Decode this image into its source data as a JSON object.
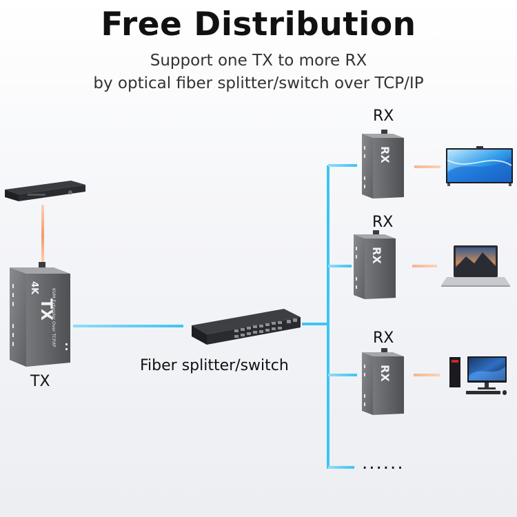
{
  "header": {
    "title": "Free Distribution",
    "subtitle_line1": "Support one TX to more RX",
    "subtitle_line2": "by optical fiber splitter/switch over TCP/IP"
  },
  "labels": {
    "tx": "TX",
    "rx_1": "RX",
    "rx_2": "RX",
    "rx_3": "RX",
    "switch": "Fiber splitter/switch",
    "more": "......"
  },
  "device_text": {
    "tx_badge": "4K",
    "tx_mark": "TX",
    "tx_desc": "KVM Extender Over TCP/IP",
    "rx_mark": "RX"
  },
  "colors": {
    "fiber": "#3ec3f2",
    "hdmi": "#f4a073",
    "device_body": "#6c6d70",
    "device_top": "#a4a6aa"
  }
}
